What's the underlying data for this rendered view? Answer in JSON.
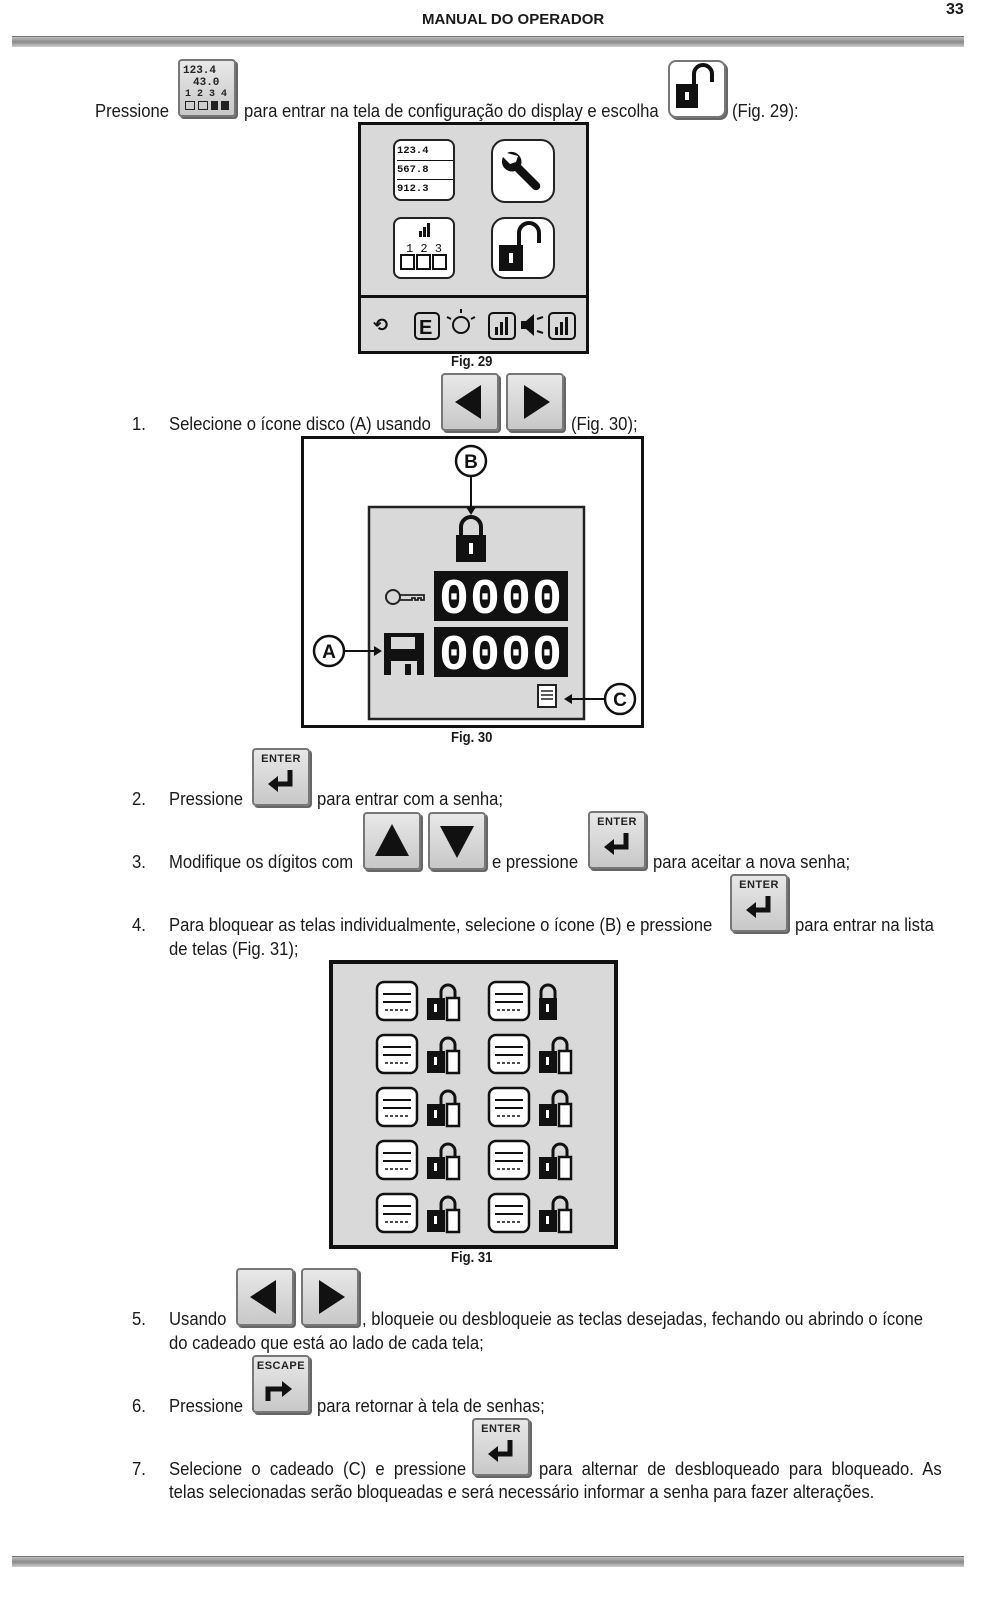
{
  "header": {
    "title": "MANUAL DO OPERADOR",
    "page_number": "33"
  },
  "intro": {
    "part1": "Pressione",
    "part2": "para entrar na tela de configuração do display e escolha",
    "part3": "(Fig. 29):"
  },
  "fig29": {
    "caption": "Fig. 29",
    "display_values": [
      "123.4",
      "43.0",
      "1 2 3 4"
    ],
    "screen_values": [
      "123.4",
      "567.8",
      "912.3"
    ],
    "bar_digits": "1 2 3"
  },
  "step1": {
    "num": "1.",
    "part1": "Selecione o ícone disco (A) usando",
    "part2": "(Fig. 30);"
  },
  "fig30": {
    "caption": "Fig. 30",
    "label_a": "A",
    "label_b": "B",
    "label_c": "C",
    "digits1": "0000",
    "digits2": "0000"
  },
  "step2": {
    "num": "2.",
    "part1": "Pressione",
    "part2": "para entrar com a senha;"
  },
  "step3": {
    "num": "3.",
    "part1": "Modifique os dígitos com",
    "part2": "e pressione",
    "part3": "para aceitar a nova senha;"
  },
  "step4": {
    "num": "4.",
    "part1": "Para bloquear as telas individualmente, selecione o ícone (B) e pressione",
    "part2": "para entrar na lista",
    "line2": "de telas (Fig. 31);"
  },
  "fig31": {
    "caption": "Fig. 31"
  },
  "step5": {
    "num": "5.",
    "part1": "Usando",
    "part2": ", bloqueie ou desbloqueie as teclas desejadas, fechando ou abrindo o ícone",
    "line2": "do cadeado que está ao lado de cada tela;"
  },
  "step6": {
    "num": "6.",
    "part1": "Pressione",
    "part2": "para retornar à tela de senhas;"
  },
  "step7": {
    "num": "7.",
    "part1": "Selecione  o  cadeado  (C)  e  pressione",
    "part2": "para  alternar  de  desbloqueado  para  bloqueado.  As",
    "line2": "telas selecionadas serão bloqueadas e será necessário informar a senha para fazer alterações."
  },
  "keys": {
    "enter": "ENTER",
    "escape": "ESCAPE"
  }
}
